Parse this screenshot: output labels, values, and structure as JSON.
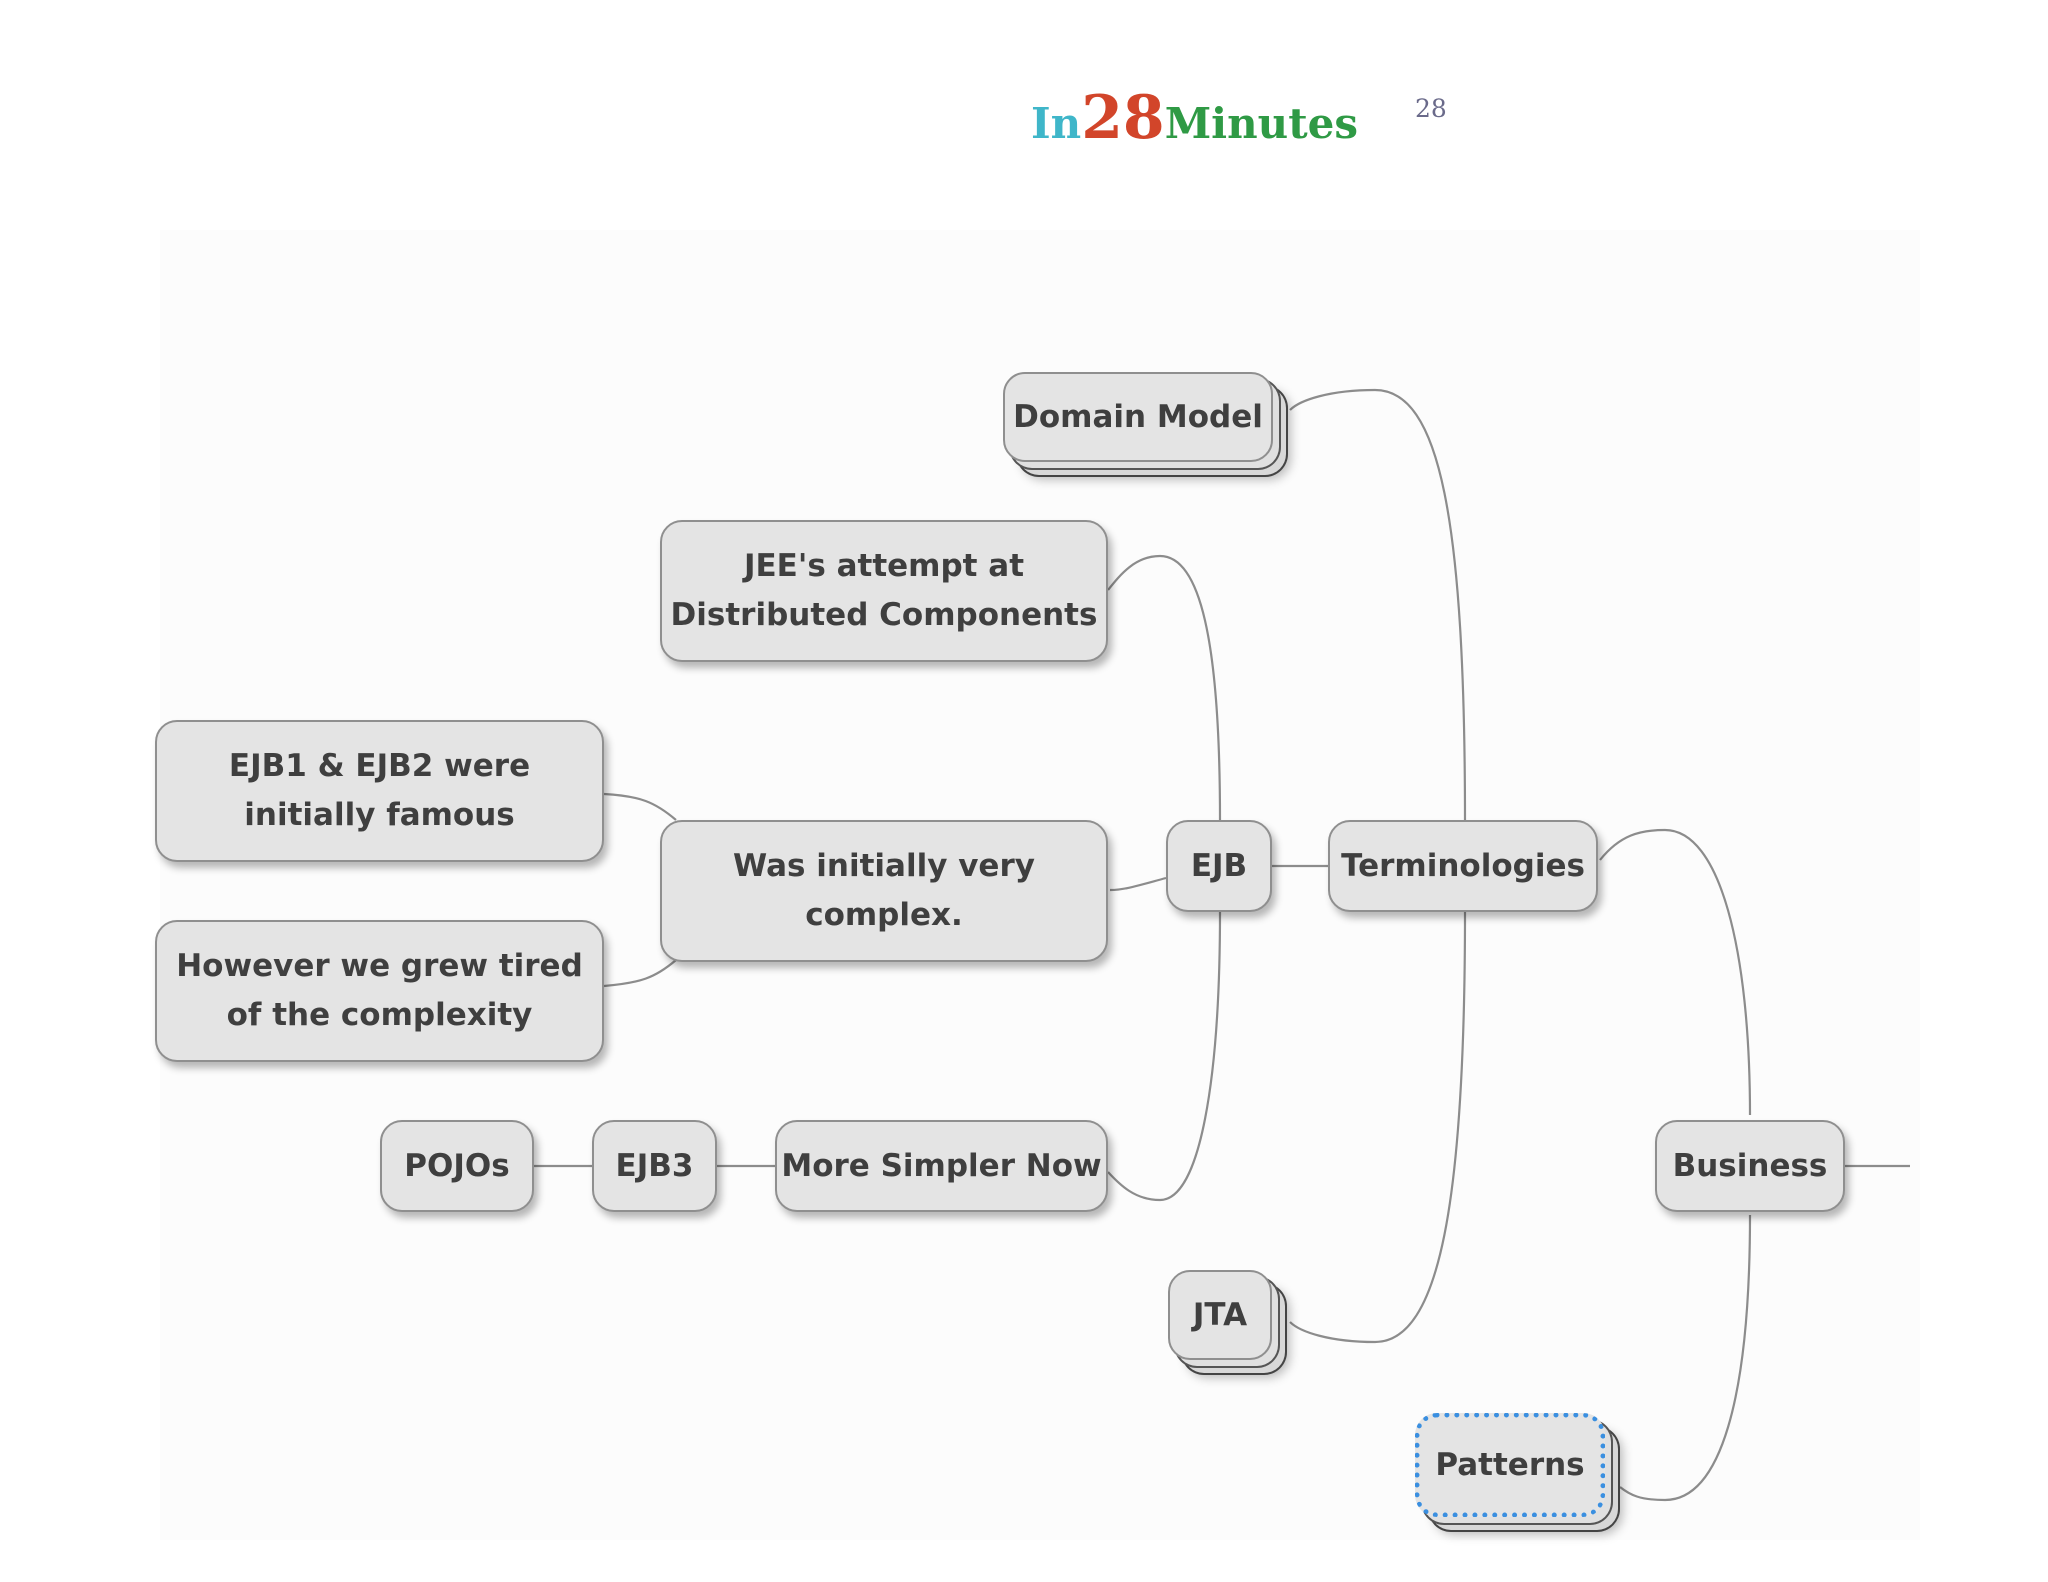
{
  "header": {
    "logo_in": "In",
    "logo_28": "28",
    "logo_minutes": "Minutes",
    "page_number": "28"
  },
  "colors": {
    "logo_in": "#3fb6c9",
    "logo_28": "#d2452a",
    "logo_minutes": "#2f9a45",
    "node_fill": "#e4e4e4",
    "node_border": "#8f8f8f",
    "node_text": "#3f3f3f",
    "link": "#8c8c8c",
    "selection": "#3a8fe0"
  },
  "mindmap": {
    "nodes": {
      "domain_model": "Domain Model",
      "jee_attempt": "JEE's attempt at\nDistributed Components",
      "ejb1_ejb2": "EJB1 & EJB2 were\ninitially famous",
      "was_complex": "Was initially very\ncomplex.",
      "ejb": "EJB",
      "terminologies": "Terminologies",
      "however": "However we  grew tired\nof the complexity",
      "pojos": "POJOs",
      "ejb3": "EJB3",
      "more_simpler": "More Simpler Now",
      "business": "Business",
      "jta": "JTA",
      "patterns": "Patterns"
    },
    "edges": [
      [
        "business",
        "terminologies"
      ],
      [
        "business",
        "patterns"
      ],
      [
        "terminologies",
        "domain_model"
      ],
      [
        "terminologies",
        "ejb"
      ],
      [
        "terminologies",
        "jta"
      ],
      [
        "ejb",
        "jee_attempt"
      ],
      [
        "ejb",
        "was_complex"
      ],
      [
        "ejb",
        "more_simpler"
      ],
      [
        "was_complex",
        "ejb1_ejb2"
      ],
      [
        "was_complex",
        "however"
      ],
      [
        "more_simpler",
        "ejb3"
      ],
      [
        "ejb3",
        "pojos"
      ]
    ]
  }
}
